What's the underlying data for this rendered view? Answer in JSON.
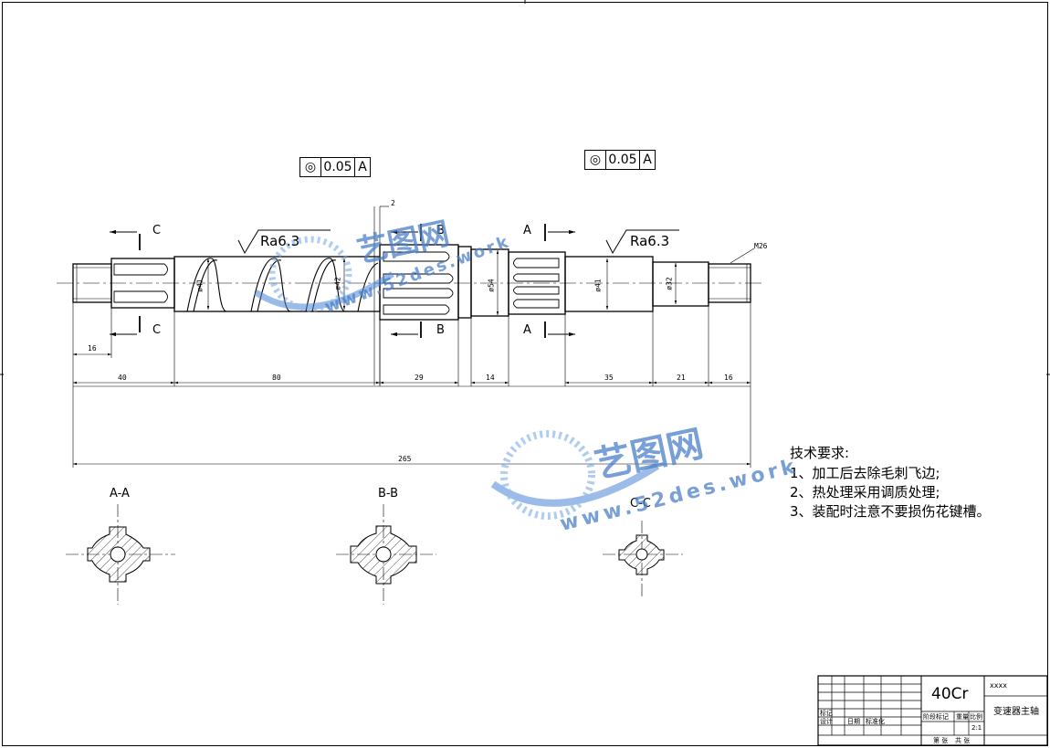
{
  "tolerance_frames": [
    {
      "symbol": "◎",
      "value": "0.05",
      "datum": "A"
    },
    {
      "symbol": "◎",
      "value": "0.05",
      "datum": "A"
    }
  ],
  "roughness": [
    "Ra6.3",
    "Ra6.3"
  ],
  "section_marks": {
    "c_top": "C",
    "c_bottom": "C",
    "b_top": "B",
    "b_bottom": "B",
    "a_top": "A",
    "a_bottom": "A"
  },
  "thread_label": "M26",
  "gap_label": "2",
  "diameters": [
    "ø41",
    "ø42",
    "ø54",
    "ø41",
    "ø32"
  ],
  "dimensions": {
    "d16_left": "16",
    "d40": "40",
    "d80": "80",
    "d29": "29",
    "d14": "14",
    "d35": "35",
    "d21": "21",
    "d16_right": "16",
    "total": "265"
  },
  "section_views": [
    "A-A",
    "B-B",
    "C-C"
  ],
  "tech_requirements": {
    "title": "技术要求:",
    "items": [
      "1、加工后去除毛刺飞边;",
      "2、热处理采用调质处理;",
      "3、装配时注意不要损伤花键槽。"
    ]
  },
  "title_block": {
    "material": "40Cr",
    "company": "xxxx",
    "part_name": "变速器主轴",
    "labels": {
      "mark": "标记",
      "design": "设计",
      "date": "日期",
      "standard": "标准化",
      "stage": "阶段标记",
      "weight": "重量",
      "scale": "比例",
      "scale_value": "2:1",
      "sheet": "第 张",
      "total_sheets": "共 张"
    }
  },
  "watermark": {
    "brand": "艺图网",
    "url": "www.52des.work"
  }
}
